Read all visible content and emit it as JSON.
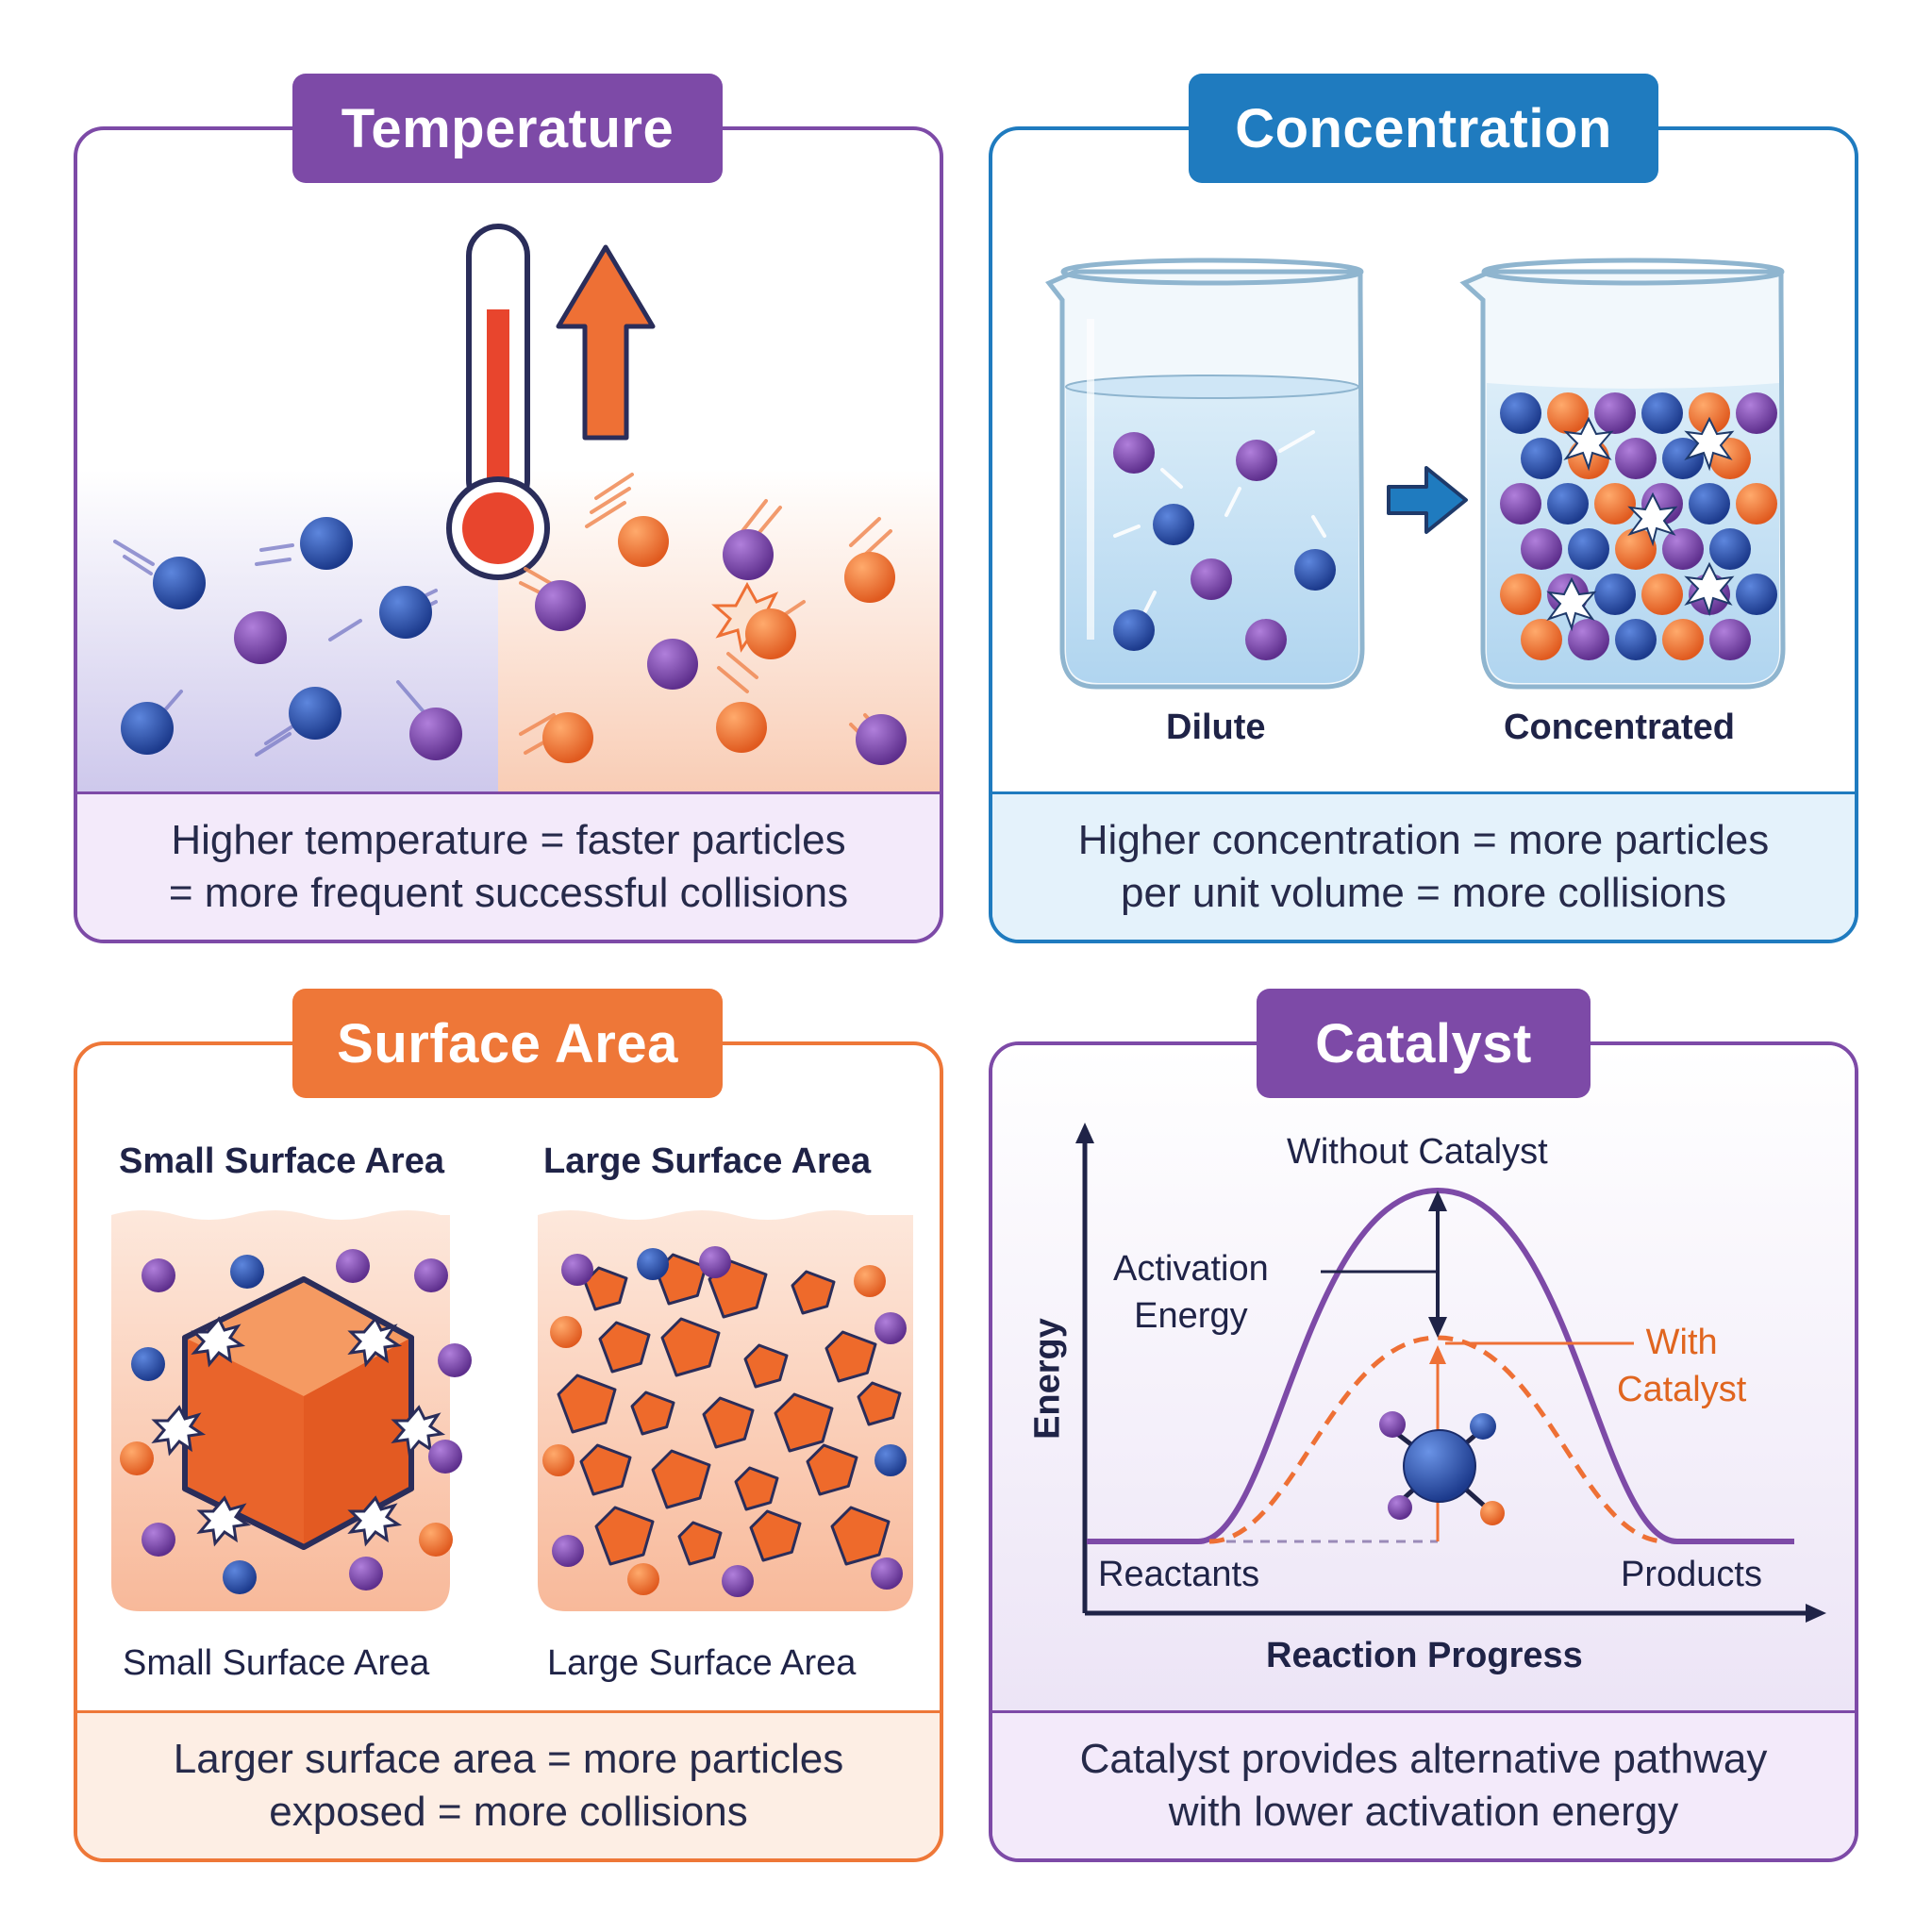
{
  "colors": {
    "temperature": "#7d4aa7",
    "concentration": "#1f7bbf",
    "surface_area": "#ee7738",
    "catalyst": "#7d4aa7",
    "particle_blue": "#23469f",
    "particle_purple": "#7a43a6",
    "particle_orange": "#ee7035"
  },
  "temperature": {
    "title": "Temperature",
    "caption_line1": "Higher temperature = faster particles",
    "caption_line2": "= more frequent successful collisions",
    "icons": [
      "thermometer-icon",
      "up-arrow-icon"
    ]
  },
  "concentration": {
    "title": "Concentration",
    "left_label": "Dilute",
    "right_label": "Concentrated",
    "caption_line1": "Higher concentration = more particles",
    "caption_line2": "per unit volume = more collisions",
    "icons": [
      "beaker-icon",
      "right-arrow-icon"
    ]
  },
  "surface_area": {
    "title": "Surface Area",
    "left_heading": "Small Surface Area",
    "right_heading": "Large Surface Area",
    "left_label": "Small Surface Area",
    "right_label": "Large Surface Area",
    "caption_line1": "Larger surface area = more particles",
    "caption_line2": "exposed = more collisions",
    "icons": [
      "cube-icon",
      "fragments-icon"
    ]
  },
  "catalyst": {
    "title": "Catalyst",
    "without_label": "Without Catalyst",
    "activation_line1": "Activation",
    "activation_line2": "Energy",
    "with_line1": "With",
    "with_line2": "Catalyst",
    "reactants": "Reactants",
    "products": "Products",
    "x_axis": "Reaction Progress",
    "y_axis": "Energy",
    "caption_line1": "Catalyst provides alternative pathway",
    "caption_line2": "with lower activation energy",
    "icons": [
      "catalyst-molecule-icon"
    ]
  }
}
